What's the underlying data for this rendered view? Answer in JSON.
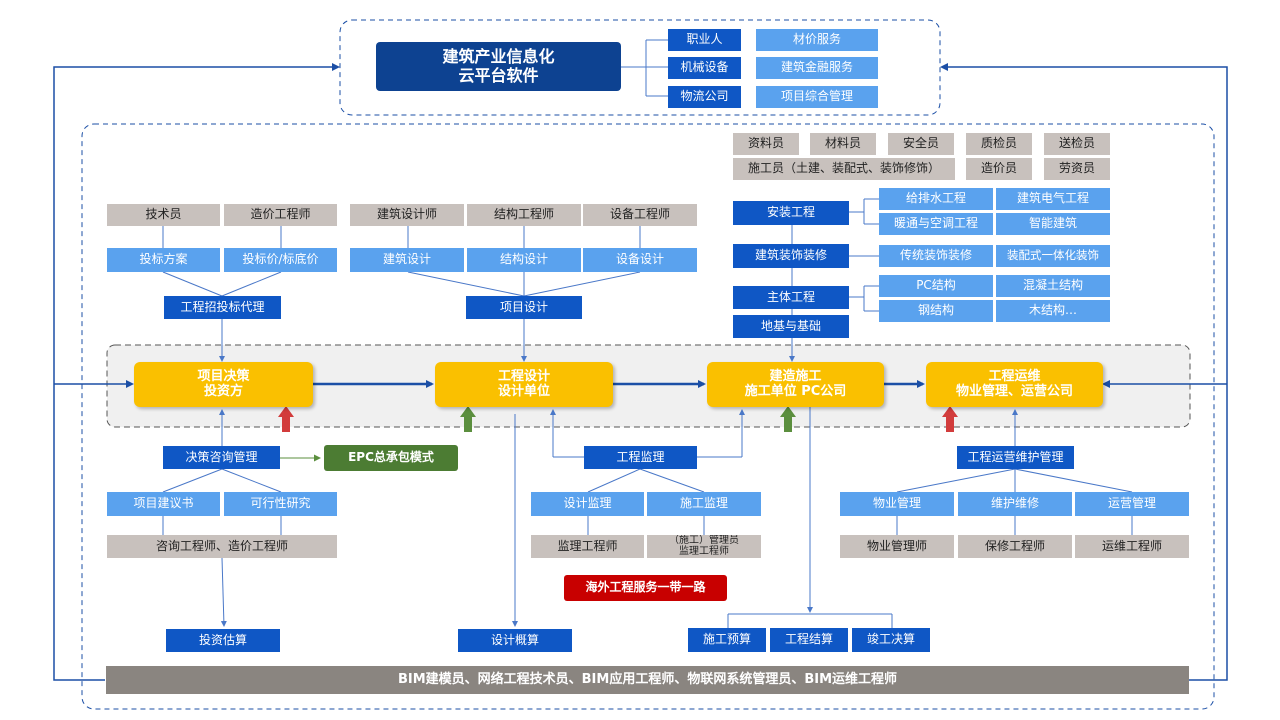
{
  "top": {
    "title": "建筑产业信息化",
    "subtitle": "云平台软件",
    "col1": [
      "职业人",
      "机械设备",
      "物流公司"
    ],
    "col2": [
      "材价服务",
      "建筑金融服务",
      "项目综合管理"
    ]
  },
  "construction_roles": {
    "row1": [
      "资料员",
      "材料员",
      "安全员",
      "质检员",
      "送检员"
    ],
    "row2_wide": "施工员（土建、装配式、装饰修饰）",
    "row2": [
      "造价员",
      "劳资员"
    ]
  },
  "construction_types": {
    "install": "安装工程",
    "install_items": [
      "给排水工程",
      "建筑电气工程",
      "暖通与空调工程",
      "智能建筑"
    ],
    "decor": "建筑装饰装修",
    "decor_items": [
      "传统装饰装修",
      "装配式一体化装饰"
    ],
    "main": "主体工程",
    "main_items": [
      "PC结构",
      "混凝土结构",
      "钢结构",
      "木结构…"
    ],
    "foundation": "地基与基础"
  },
  "bidding": {
    "roles": [
      "技术员",
      "造价工程师"
    ],
    "items": [
      "投标方案",
      "投标价/标底价"
    ],
    "agent": "工程招投标代理"
  },
  "design": {
    "roles": [
      "建筑设计师",
      "结构工程师",
      "设备工程师"
    ],
    "items": [
      "建筑设计",
      "结构设计",
      "设备设计"
    ],
    "project": "项目设计"
  },
  "stages": [
    {
      "title": "项目决策",
      "sub": "投资方"
    },
    {
      "title": "工程设计",
      "sub": "设计单位"
    },
    {
      "title": "建造施工",
      "sub": "施工单位  PC公司"
    },
    {
      "title": "工程运维",
      "sub": "物业管理、运营公司"
    }
  ],
  "decision": {
    "mgmt": "决策咨询管理",
    "epc": "EPC总承包模式",
    "items": [
      "项目建议书",
      "可行性研究"
    ],
    "roles": "咨询工程师、造价工程师"
  },
  "supervision": {
    "title": "工程监理",
    "items": [
      "设计监理",
      "施工监理"
    ],
    "role1": "监理工程师",
    "role2_line1": "（施工）管理员",
    "role2_line2": "监理工程师"
  },
  "operation": {
    "title": "工程运营维护管理",
    "items": [
      "物业管理",
      "维护维修",
      "运营管理"
    ],
    "roles": [
      "物业管理师",
      "保修工程师",
      "运维工程师"
    ]
  },
  "overseas": "海外工程服务一带一路",
  "outputs": {
    "estimate": "投资估算",
    "budget": "设计概算",
    "construction": [
      "施工预算",
      "工程结算",
      "竣工决算"
    ]
  },
  "bim_bar": "BIM建模员、网络工程技术员、BIM应用工程师、物联网系统管理员、BIM运维工程师",
  "colors": {
    "navy": "#0d4291",
    "dark_blue": "#0f57c5",
    "light_blue": "#5aa2ee",
    "grey": "#c8c1bd",
    "gold": "#fac000",
    "green": "#4c7c33",
    "red": "#c80000",
    "bar_grey": "#8a8580"
  }
}
